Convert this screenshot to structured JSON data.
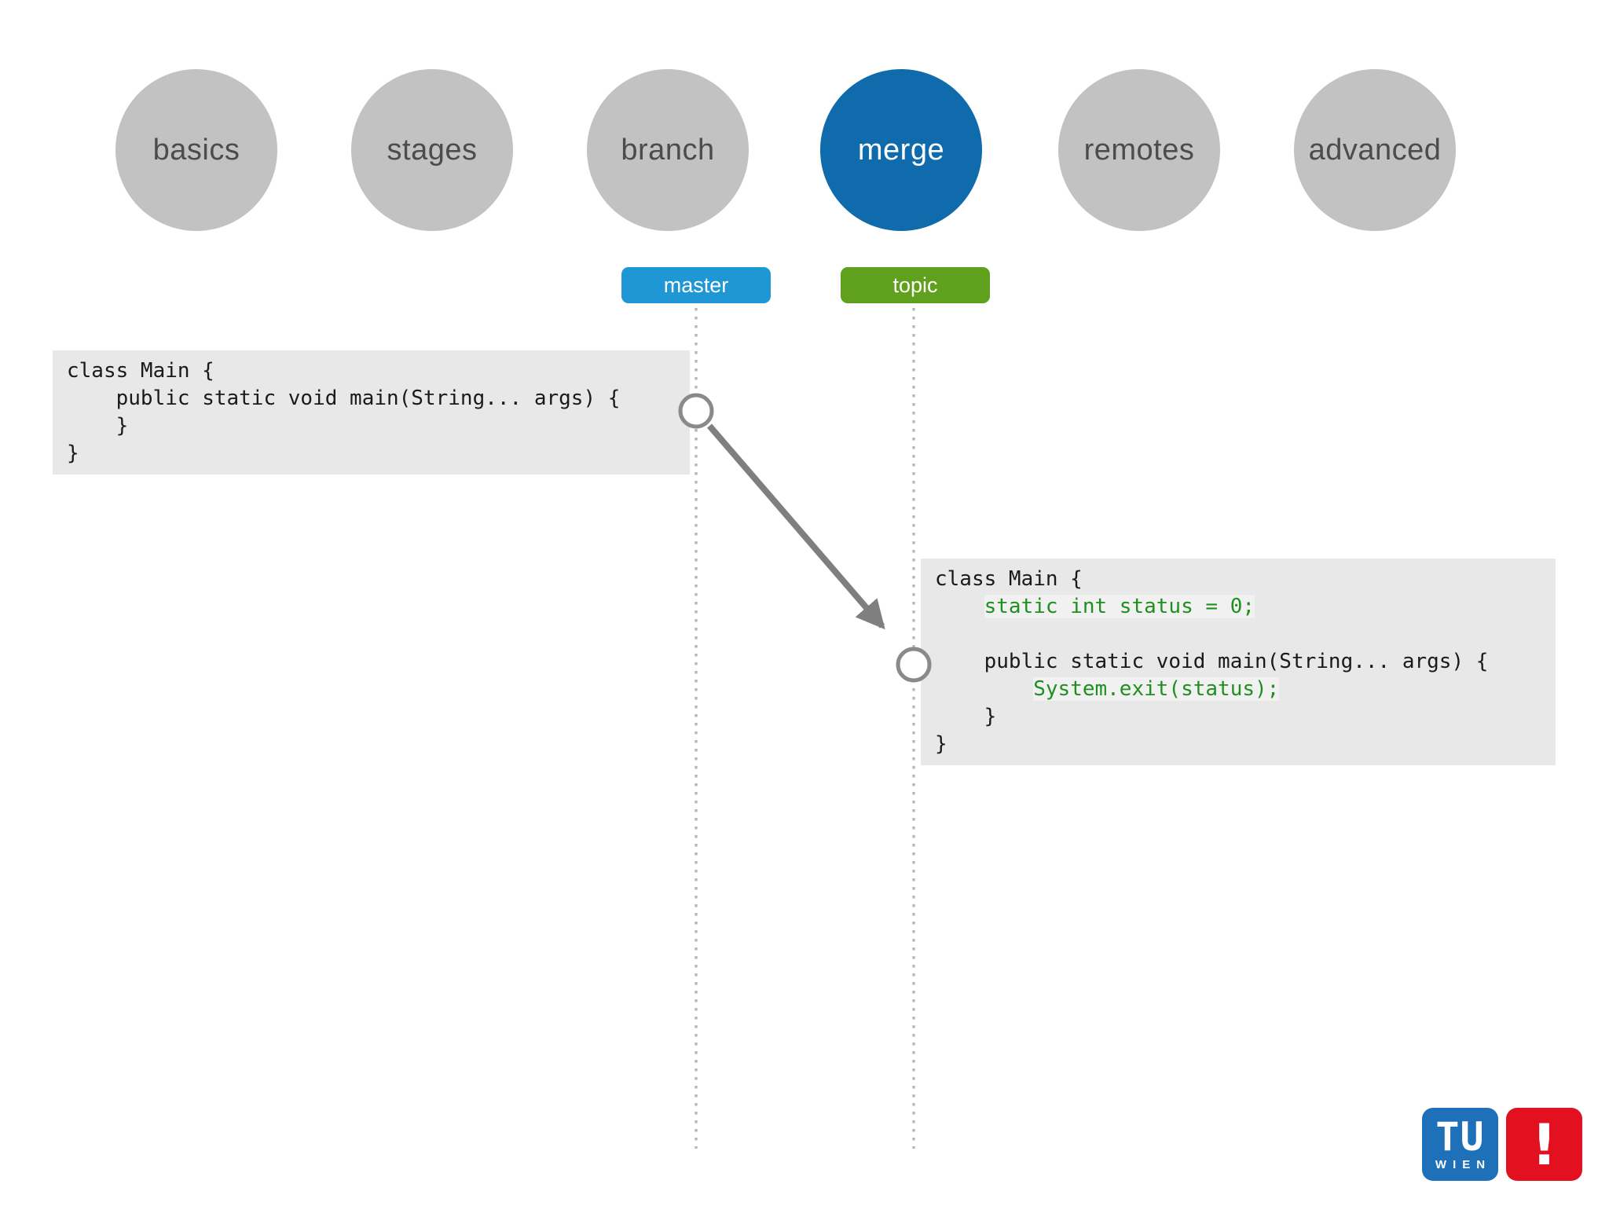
{
  "nav": {
    "items": [
      {
        "label": "basics",
        "active": false
      },
      {
        "label": "stages",
        "active": false
      },
      {
        "label": "branch",
        "active": false
      },
      {
        "label": "merge",
        "active": true
      },
      {
        "label": "remotes",
        "active": false
      },
      {
        "label": "advanced",
        "active": false
      }
    ],
    "active_color": "#0f6bab",
    "inactive_color": "#c2c2c2"
  },
  "branch_labels": {
    "master": {
      "label": "master",
      "color": "#1f97d4"
    },
    "topic": {
      "label": "topic",
      "color": "#5fa01d"
    }
  },
  "code_blocks": {
    "master": {
      "lines": [
        {
          "indent": "",
          "text": "class Main {",
          "green": false
        },
        {
          "indent": "    ",
          "text": "public static void main(String... args) {",
          "green": false
        },
        {
          "indent": "    ",
          "text": "}",
          "green": false
        },
        {
          "indent": "",
          "text": "}",
          "green": false
        }
      ]
    },
    "topic": {
      "lines": [
        {
          "indent": "",
          "text": "class Main {",
          "green": false
        },
        {
          "indent": "    ",
          "text": "static int status = 0;",
          "green": true
        },
        {
          "indent": "",
          "text": "",
          "green": false
        },
        {
          "indent": "    ",
          "text": "public static void main(String... args) {",
          "green": false
        },
        {
          "indent": "        ",
          "text": "System.exit(status);",
          "green": true
        },
        {
          "indent": "    ",
          "text": "}",
          "green": false
        },
        {
          "indent": "",
          "text": "}",
          "green": false
        }
      ]
    }
  },
  "logo": {
    "tu": "TU",
    "wien": "WIEN",
    "alert": "!",
    "blue": "#1e70b8",
    "red": "#e3101f"
  },
  "colors": {
    "code_green": "#1f8f1f",
    "code_background": "#e8e8e8",
    "graph_gray": "#7f7f7f",
    "dotted_line_gray": "#b8b8b8"
  }
}
